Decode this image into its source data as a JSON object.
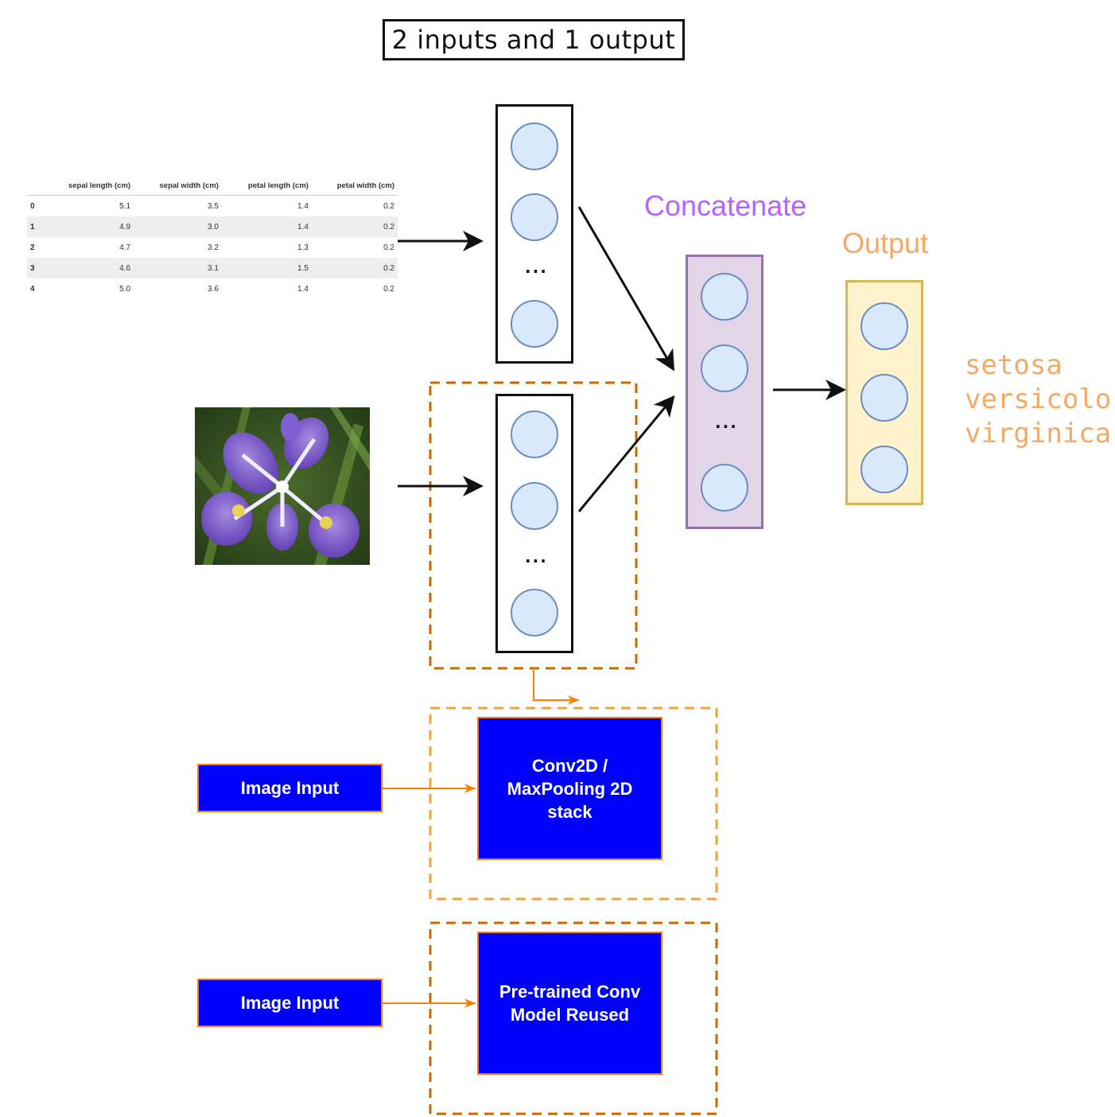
{
  "title": "2 inputs and 1 output",
  "table": {
    "columns": [
      "",
      "sepal length (cm)",
      "sepal width (cm)",
      "petal length (cm)",
      "petal width (cm)"
    ],
    "rows": [
      [
        "0",
        "5.1",
        "3.5",
        "1.4",
        "0.2"
      ],
      [
        "1",
        "4.9",
        "3.0",
        "1.4",
        "0.2"
      ],
      [
        "2",
        "4.7",
        "3.2",
        "1.3",
        "0.2"
      ],
      [
        "3",
        "4.6",
        "3.1",
        "1.5",
        "0.2"
      ],
      [
        "4",
        "5.0",
        "3.6",
        "1.4",
        "0.2"
      ]
    ]
  },
  "layers": {
    "ellipsis": "..."
  },
  "concatenate_label": "Concatenate",
  "output_label": "Output",
  "classes": [
    "setosa",
    "versicolor",
    "virginica"
  ],
  "blocks": {
    "image_input_1": "Image Input",
    "conv_stack": "Conv2D / MaxPooling 2D stack",
    "image_input_2": "Image Input",
    "pretrained": "Pre-trained Conv Model Reused"
  },
  "colors": {
    "neuron_fill": "#dae8fc",
    "neuron_stroke": "#6c8ebf",
    "concat_fill": "#e1d5e7",
    "concat_stroke": "#9673a6",
    "output_fill": "#fff2cc",
    "output_stroke": "#d6b656",
    "concat_text": "#b266ff",
    "output_text": "#f5a965",
    "block_fill": "#0000ff",
    "orange": "#ff8000",
    "dashed_dark": "#cc6600",
    "dashed_light": "#f4a040"
  }
}
